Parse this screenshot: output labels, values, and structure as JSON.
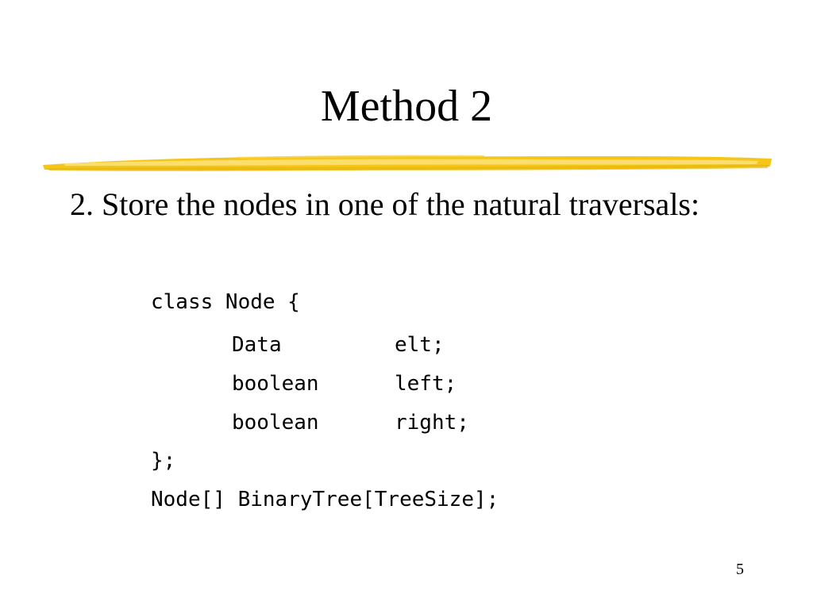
{
  "slide": {
    "title": "Method 2",
    "bullet": "2. Store the nodes in one of the natural traversals:",
    "code": {
      "class_open": "class Node {",
      "fields": [
        {
          "type": "Data",
          "name": "elt;"
        },
        {
          "type": "boolean",
          "name": "left;"
        },
        {
          "type": "boolean",
          "name": "right;"
        }
      ],
      "class_close": "};",
      "array_decl": "Node[] BinaryTree[TreeSize];"
    },
    "page_number": "5"
  },
  "colors": {
    "highlight": "#F5C518",
    "highlight_light": "#FBE27A",
    "text": "#000000",
    "background": "#FFFFFF"
  }
}
